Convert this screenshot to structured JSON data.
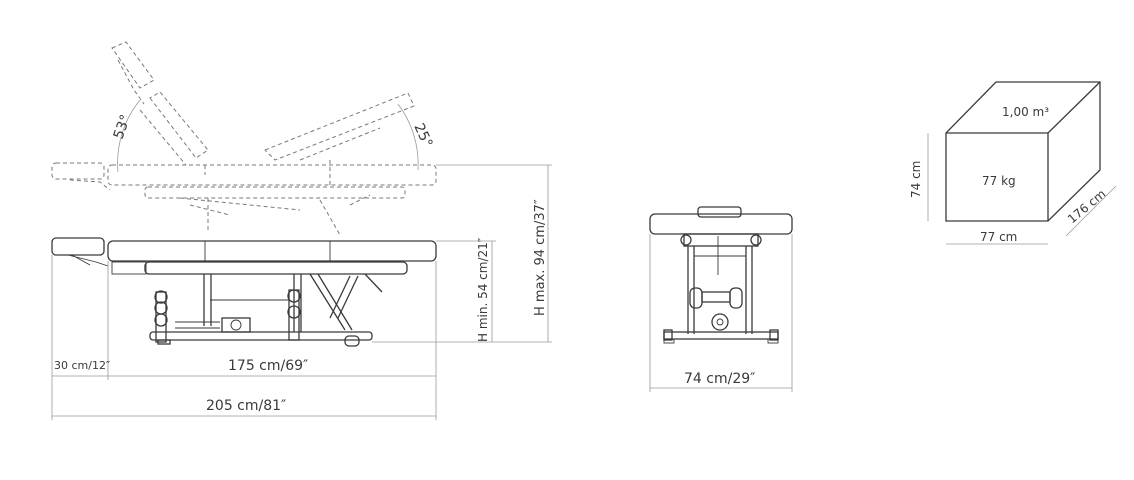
{
  "side_view": {
    "angle_back": "53°",
    "angle_legs": "25°",
    "length_head": "30 cm/12″",
    "length_body": "175 cm/69″",
    "length_total": "205 cm/81″",
    "height_max": "H max. 94 cm/37″",
    "height_min": "H min. 54 cm/21″"
  },
  "front_view": {
    "width": "74 cm/29″"
  },
  "package": {
    "volume": "1,00 m³",
    "weight": "77 kg",
    "height": "74 cm",
    "width": "77 cm",
    "depth": "176 cm"
  }
}
